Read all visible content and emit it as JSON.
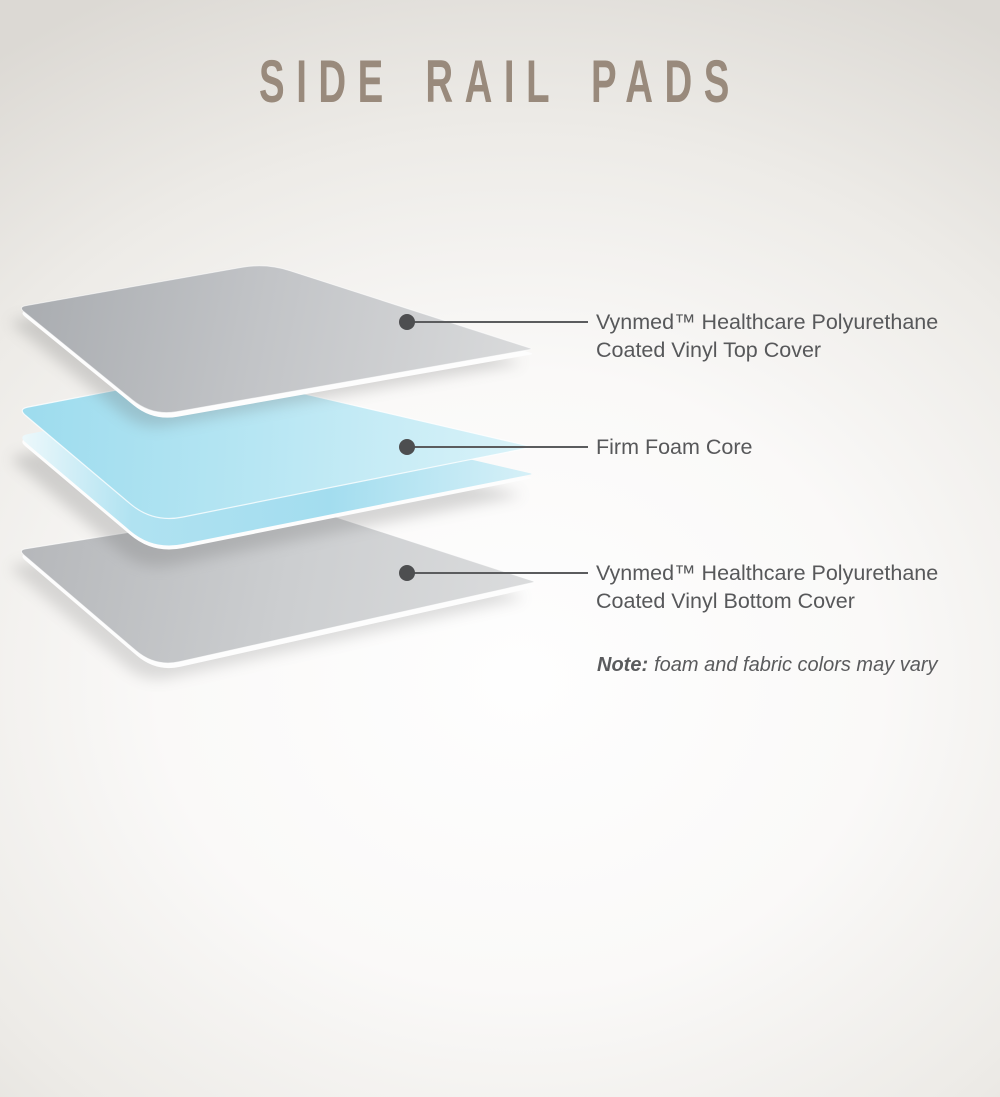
{
  "title": "SIDE RAIL PADS",
  "callouts": [
    {
      "name": "top-cover",
      "lines": [
        "Vynmed™ Healthcare Polyurethane",
        "Coated Vinyl Top Cover"
      ]
    },
    {
      "name": "foam-core",
      "lines": [
        "Firm Foam Core"
      ]
    },
    {
      "name": "bottom-cover",
      "lines": [
        "Vynmed™ Healthcare Polyurethane",
        "Coated Vinyl Bottom Cover"
      ]
    }
  ],
  "note": {
    "prefix": "Note:",
    "text": "foam and fabric colors may vary"
  },
  "palette": {
    "background_center": "#fdfdfc",
    "background_edge": "#dcd9d4",
    "title_text": "#998a7c",
    "label_text": "#57585a",
    "leader_line": "#5b5c5e",
    "callout_dot": "#4d4e50",
    "top_cover_gray": "#c2c4c7",
    "foam_blue": "#aee2f2",
    "bottom_cover_gray": "#ccced0",
    "sheet_rim_white": "#fdfdfd"
  }
}
